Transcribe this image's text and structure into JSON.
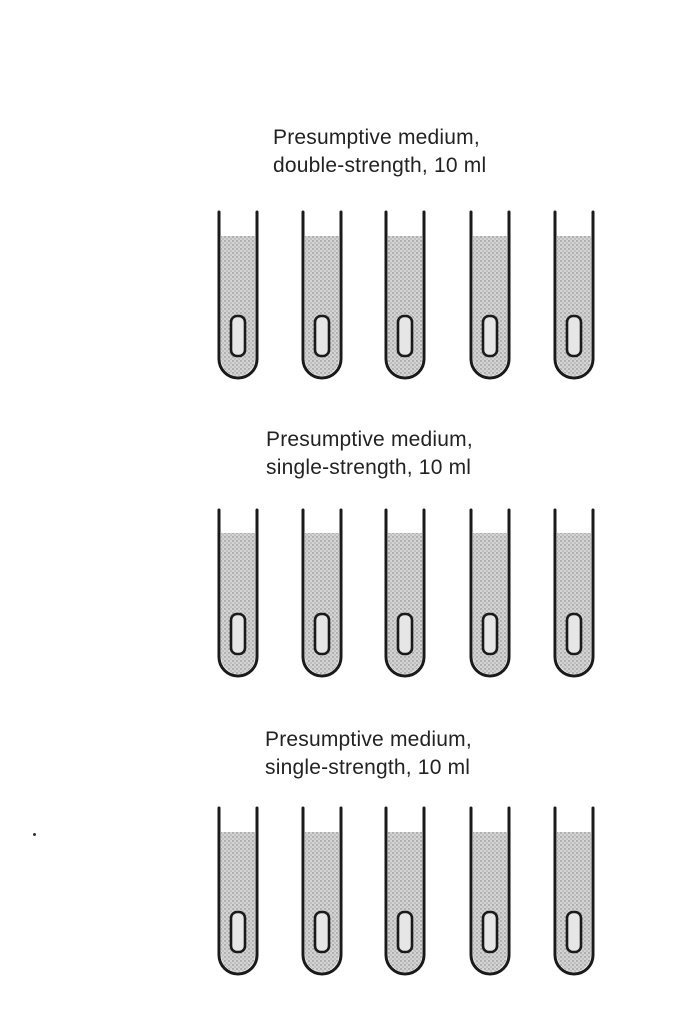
{
  "groups": [
    {
      "caption_line1": "Presumptive medium,",
      "caption_line2": "double-strength, 10 ml",
      "tube_count": 5
    },
    {
      "caption_line1": "Presumptive medium,",
      "caption_line2": "single-strength, 10 ml",
      "tube_count": 5
    },
    {
      "caption_line1": "Presumptive medium,",
      "caption_line2": "single-strength, 10 ml",
      "tube_count": 5
    }
  ],
  "colors": {
    "outline": "#1a1a1a",
    "medium_fill": "#bdbdbd",
    "background": "#ffffff"
  },
  "icons": {
    "tube": "test-tube-icon",
    "durham": "durham-tube-icon"
  }
}
